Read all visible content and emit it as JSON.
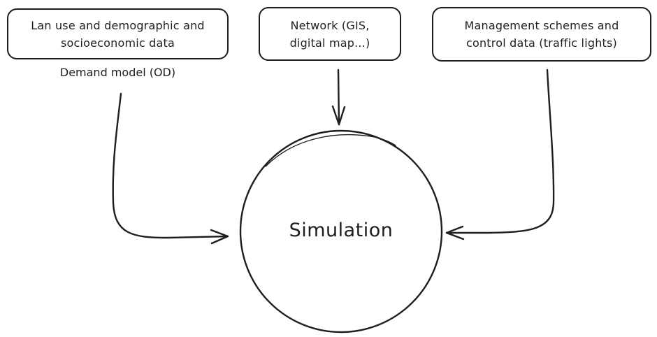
{
  "diagram": {
    "type": "flow",
    "nodes": [
      {
        "id": "landuse",
        "label": "Lan use and demographic and socioeconomic data",
        "shape": "rounded-rectangle"
      },
      {
        "id": "network",
        "label": "Network (GIS, digital map...)",
        "shape": "rounded-rectangle"
      },
      {
        "id": "management",
        "label": "Management schemes and control data (traffic lights)",
        "shape": "rounded-rectangle"
      },
      {
        "id": "simulation",
        "label": "Simulation",
        "shape": "circle"
      }
    ],
    "edges": [
      {
        "from": "landuse",
        "to": "simulation",
        "label": "Demand model (OD)"
      },
      {
        "from": "network",
        "to": "simulation",
        "label": ""
      },
      {
        "from": "management",
        "to": "simulation",
        "label": ""
      }
    ]
  },
  "boxes": {
    "landuse": {
      "line1": "Lan use and demographic and",
      "line2": "socioeconomic data"
    },
    "network": {
      "line1": "Network (GIS,",
      "line2": "digital map...)"
    },
    "management": {
      "line1": "Management schemes and",
      "line2": "control data (traffic lights)"
    }
  },
  "edge_labels": {
    "demand": "Demand model (OD)"
  },
  "center": {
    "label": "Simulation"
  },
  "colors": {
    "stroke": "#1e1e1e",
    "background": "#ffffff"
  }
}
